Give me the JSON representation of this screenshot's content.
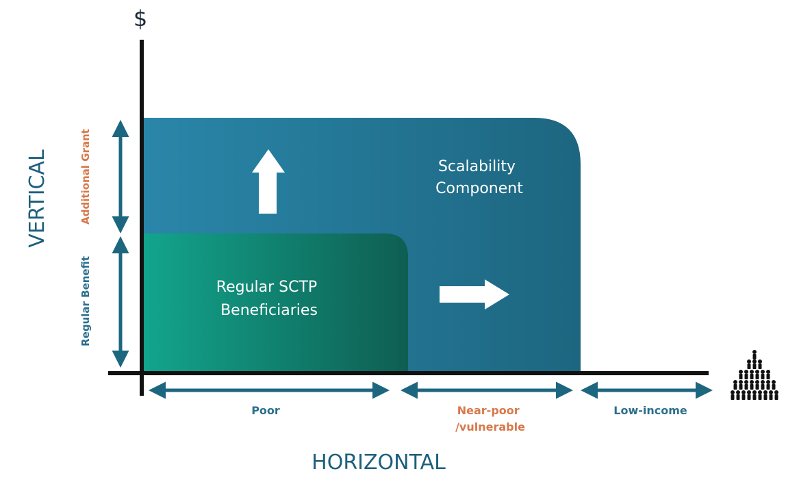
{
  "y_axis_symbol": "$",
  "vertical_label": "VERTICAL",
  "horizontal_label": "HORIZONTAL",
  "vertical_segments": {
    "additional_grant": "Additional Grant",
    "regular_benefit": "Regular Benefit"
  },
  "boxes": {
    "scalability": [
      "Scalability",
      "Component"
    ],
    "regular_sctp": [
      "Regular SCTP",
      "Beneficiaries"
    ]
  },
  "horizontal_segments": {
    "poor": "Poor",
    "near_poor": [
      "Near-poor",
      "/vulnerable"
    ],
    "low_income": "Low-income"
  },
  "icons": {
    "up_arrow": "up-arrow-icon",
    "right_arrow": "right-arrow-icon",
    "population": "population-pyramid-icon"
  },
  "colors": {
    "teal_dark": "#1d6680",
    "teal_light": "#2a86a9",
    "green_light": "#12a58d",
    "green_dark": "#0f5e52",
    "axis": "#111111",
    "label_blue": "#2c6f8d",
    "label_orange": "#d8784a"
  }
}
